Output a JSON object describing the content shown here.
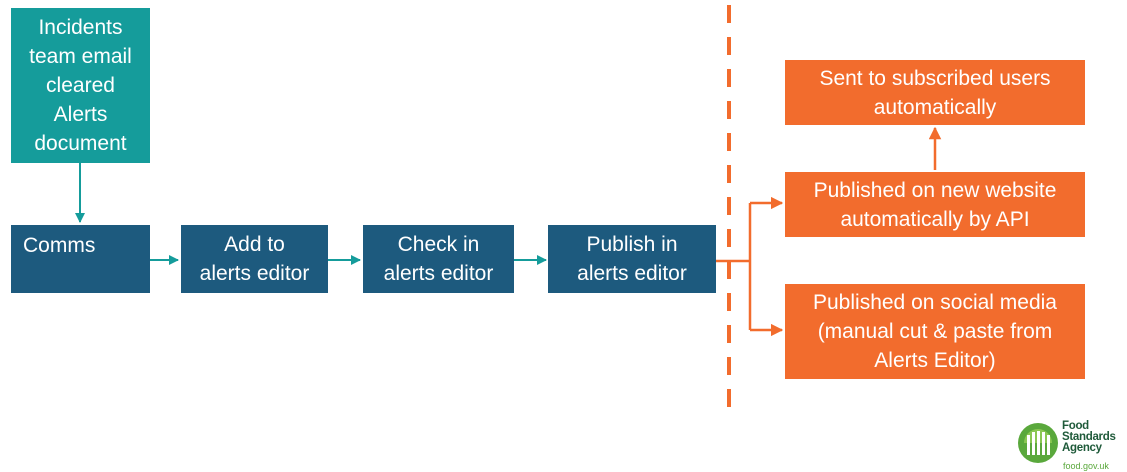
{
  "diagram": {
    "nodes": {
      "incidents": "Incidents\nteam email\ncleared\nAlerts\ndocument",
      "comms": "Comms",
      "add": "Add to\nalerts editor",
      "check": "Check in\nalerts editor",
      "publish": "Publish in\nalerts editor",
      "sent": "Sent to subscribed users\nautomatically",
      "website": "Published on new website\nautomatically by API",
      "social": "Published on social media\n(manual cut & paste from\nAlerts Editor)"
    },
    "edges": [
      [
        "incidents",
        "comms"
      ],
      [
        "comms",
        "add"
      ],
      [
        "add",
        "check"
      ],
      [
        "check",
        "publish"
      ],
      [
        "publish",
        "website"
      ],
      [
        "publish",
        "social"
      ],
      [
        "website",
        "sent"
      ]
    ],
    "colors": {
      "teal": "#159c9b",
      "navy": "#1d5a7e",
      "orange": "#f26c2d",
      "divider": "#f26c2d"
    }
  },
  "logo": {
    "name": "Food\nStandards\nAgency",
    "url": "food.gov.uk"
  }
}
